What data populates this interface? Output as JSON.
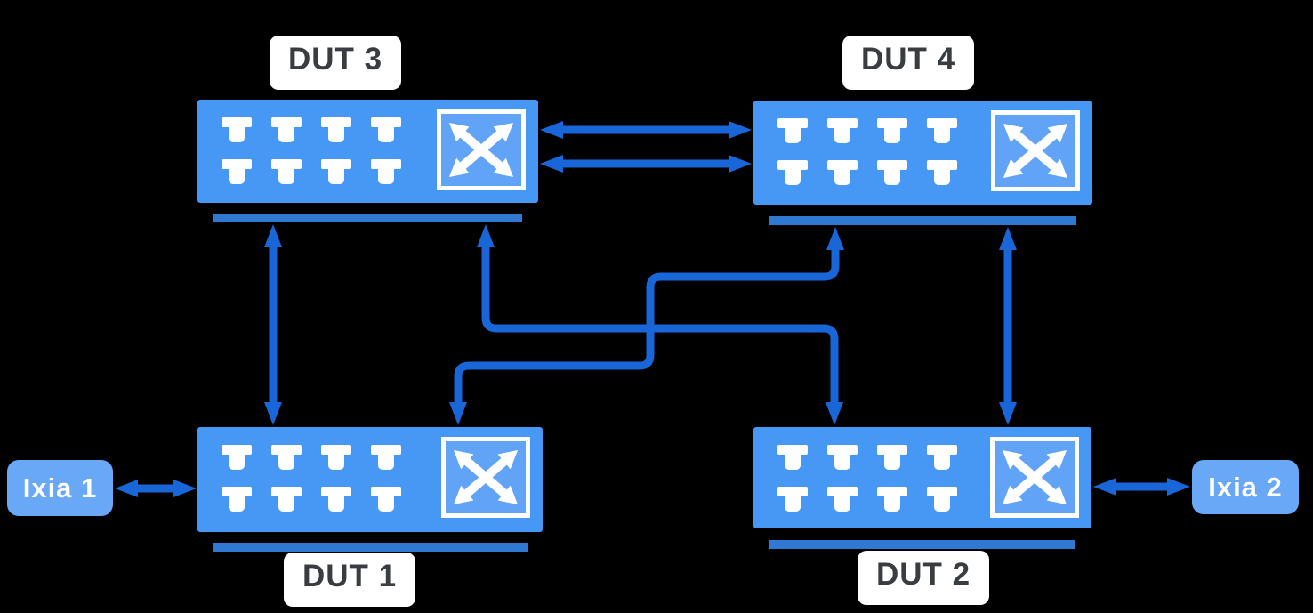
{
  "diagram_type": "network-topology",
  "nodes": {
    "dut1": {
      "label": "DUT 1",
      "kind": "switch"
    },
    "dut2": {
      "label": "DUT 2",
      "kind": "switch"
    },
    "dut3": {
      "label": "DUT 3",
      "kind": "switch"
    },
    "dut4": {
      "label": "DUT 4",
      "kind": "switch"
    },
    "ixia1": {
      "label": "Ixia 1",
      "kind": "traffic-generator"
    },
    "ixia2": {
      "label": "Ixia 2",
      "kind": "traffic-generator"
    }
  },
  "connections": [
    {
      "from": "ixia1",
      "to": "dut1",
      "style": "double-arrow",
      "route": "straight-horizontal"
    },
    {
      "from": "ixia2",
      "to": "dut2",
      "style": "double-arrow",
      "route": "straight-horizontal"
    },
    {
      "from": "dut3",
      "to": "dut4",
      "style": "double-arrow",
      "route": "straight-horizontal",
      "link": 1
    },
    {
      "from": "dut3",
      "to": "dut4",
      "style": "double-arrow",
      "route": "straight-horizontal",
      "link": 2
    },
    {
      "from": "dut3",
      "to": "dut1",
      "style": "double-arrow",
      "route": "straight-vertical"
    },
    {
      "from": "dut4",
      "to": "dut2",
      "style": "double-arrow",
      "route": "straight-vertical"
    },
    {
      "from": "dut3",
      "to": "dut2",
      "style": "double-arrow",
      "route": "orthogonal-crossing"
    },
    {
      "from": "dut4",
      "to": "dut1",
      "style": "double-arrow",
      "route": "orthogonal-crossing"
    }
  ],
  "icons": {
    "switch_port": "ethernet-port",
    "switch_badge": "crossed-arrows"
  },
  "colors": {
    "background": "#000000",
    "switch_fill": "#4797f4",
    "icon_fill": "#61a4f7",
    "ixia_fill": "#68a8f7",
    "wire": "#1866d8",
    "bar": "#2f79d3",
    "label_bg": "#ffffff",
    "label_text": "#3a3d40",
    "port": "#ffffff"
  }
}
